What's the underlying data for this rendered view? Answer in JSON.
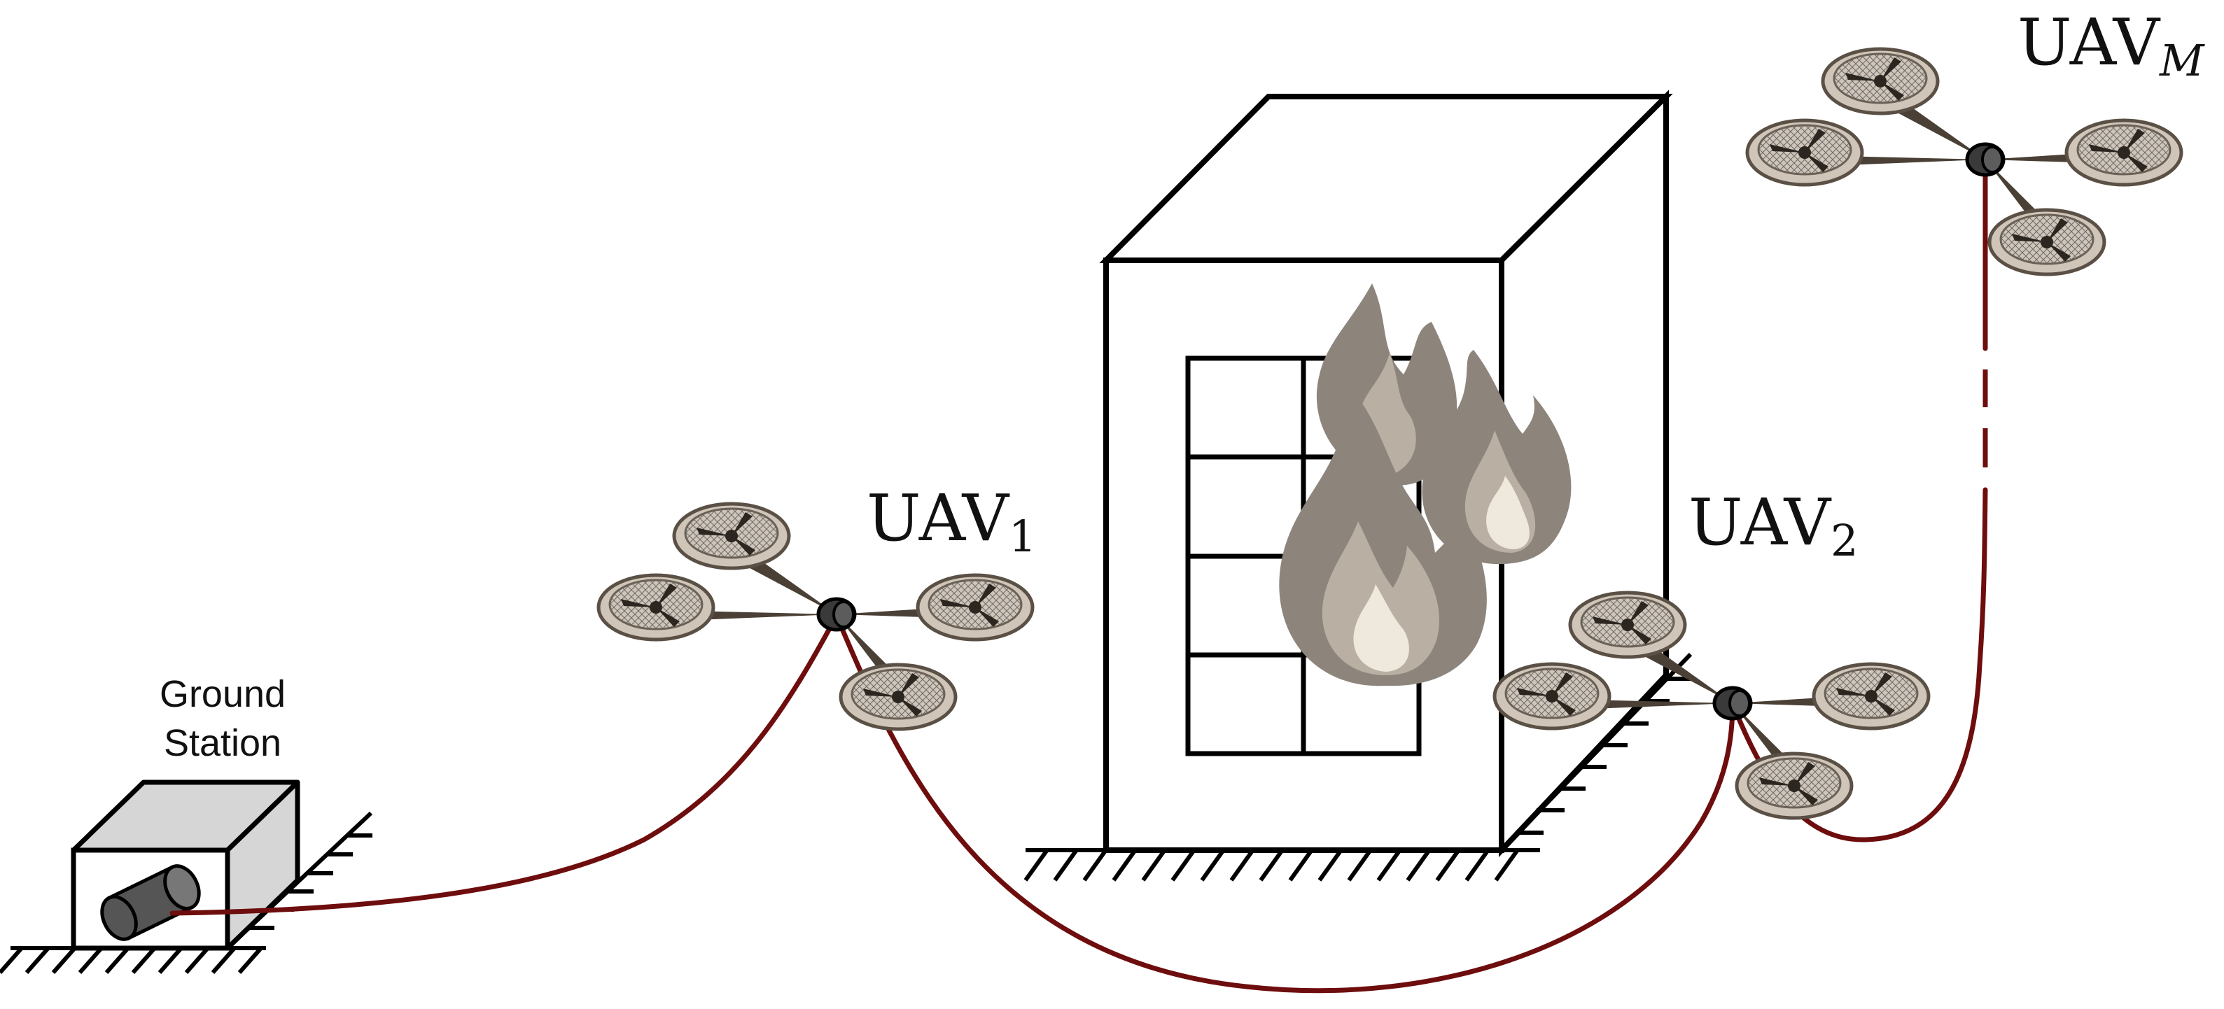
{
  "diagram": {
    "ground_station": {
      "label_line1": "Ground",
      "label_line2": "Station"
    },
    "uav_labels": [
      {
        "main": "UAV",
        "sub": "1"
      },
      {
        "main": "UAV",
        "sub": "2"
      },
      {
        "main": "UAV",
        "sub": "M"
      }
    ]
  },
  "colors": {
    "tether": "#6e0d0d",
    "outline": "#000000",
    "drone_body": "#4a4036",
    "drone_guard": "#cfc5b8",
    "station_face": "#ffffff",
    "station_side": "#d6d6d6",
    "flame_outer": "#8d857c",
    "flame_mid": "#b9b0a3",
    "flame_inner": "#efe8dc"
  },
  "icons": [
    "ground-station-icon",
    "quadcopter-icon",
    "building-icon",
    "fire-icon"
  ]
}
